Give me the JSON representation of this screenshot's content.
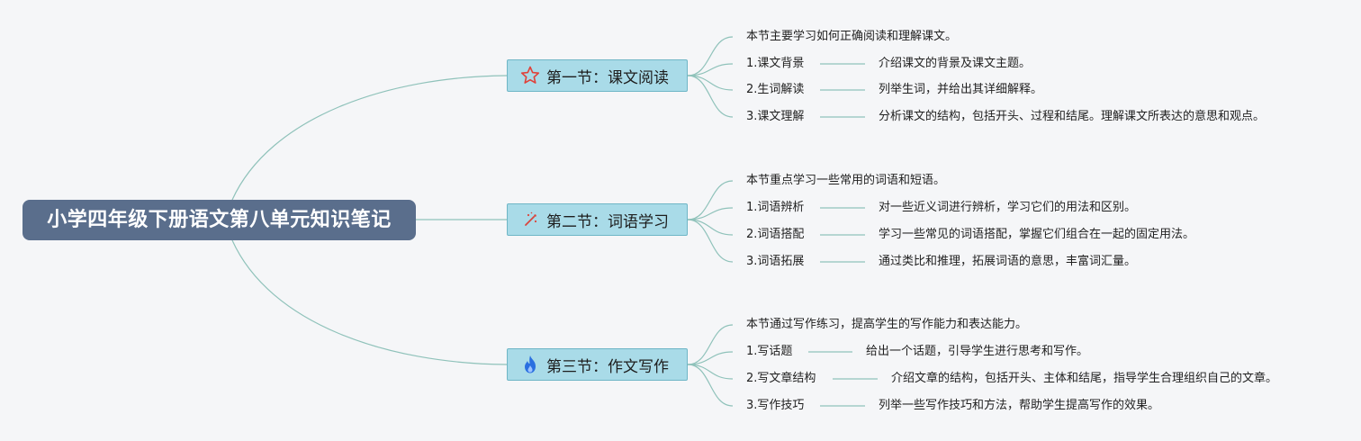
{
  "title": "小学四年级下册语文第八单元知识笔记",
  "colors": {
    "root_fill": "#5a6e8c",
    "section_fill": "#a9dbe8",
    "section_border": "#6fb6c6",
    "connector": "#8fc2ba",
    "star_icon": "#e0413a",
    "sparkle_icon": "#d9453d",
    "fire_icon": "#2a6fe0"
  },
  "sections": [
    {
      "title": "第一节：课文阅读",
      "icon": "star-icon",
      "intro": "本节主要学习如何正确阅读和理解课文。",
      "items": [
        {
          "label": "1.课文背景",
          "desc": "介绍课文的背景及课文主题。"
        },
        {
          "label": "2.生词解读",
          "desc": "列举生词，并给出其详细解释。"
        },
        {
          "label": "3.课文理解",
          "desc": "分析课文的结构，包括开头、过程和结尾。理解课文所表达的意思和观点。"
        }
      ]
    },
    {
      "title": "第二节：词语学习",
      "icon": "sparkle-icon",
      "intro": "本节重点学习一些常用的词语和短语。",
      "items": [
        {
          "label": "1.词语辨析",
          "desc": "对一些近义词进行辨析，学习它们的用法和区别。"
        },
        {
          "label": "2.词语搭配",
          "desc": "学习一些常见的词语搭配，掌握它们组合在一起的固定用法。"
        },
        {
          "label": "3.词语拓展",
          "desc": "通过类比和推理，拓展词语的意思，丰富词汇量。"
        }
      ]
    },
    {
      "title": "第三节：作文写作",
      "icon": "fire-icon",
      "intro": "本节通过写作练习，提高学生的写作能力和表达能力。",
      "items": [
        {
          "label": "1.写话题",
          "desc": "给出一个话题，引导学生进行思考和写作。"
        },
        {
          "label": "2.写文章结构",
          "desc": "介绍文章的结构，包括开头、主体和结尾，指导学生合理组织自己的文章。"
        },
        {
          "label": "3.写作技巧",
          "desc": "列举一些写作技巧和方法，帮助学生提高写作的效果。"
        }
      ]
    }
  ]
}
